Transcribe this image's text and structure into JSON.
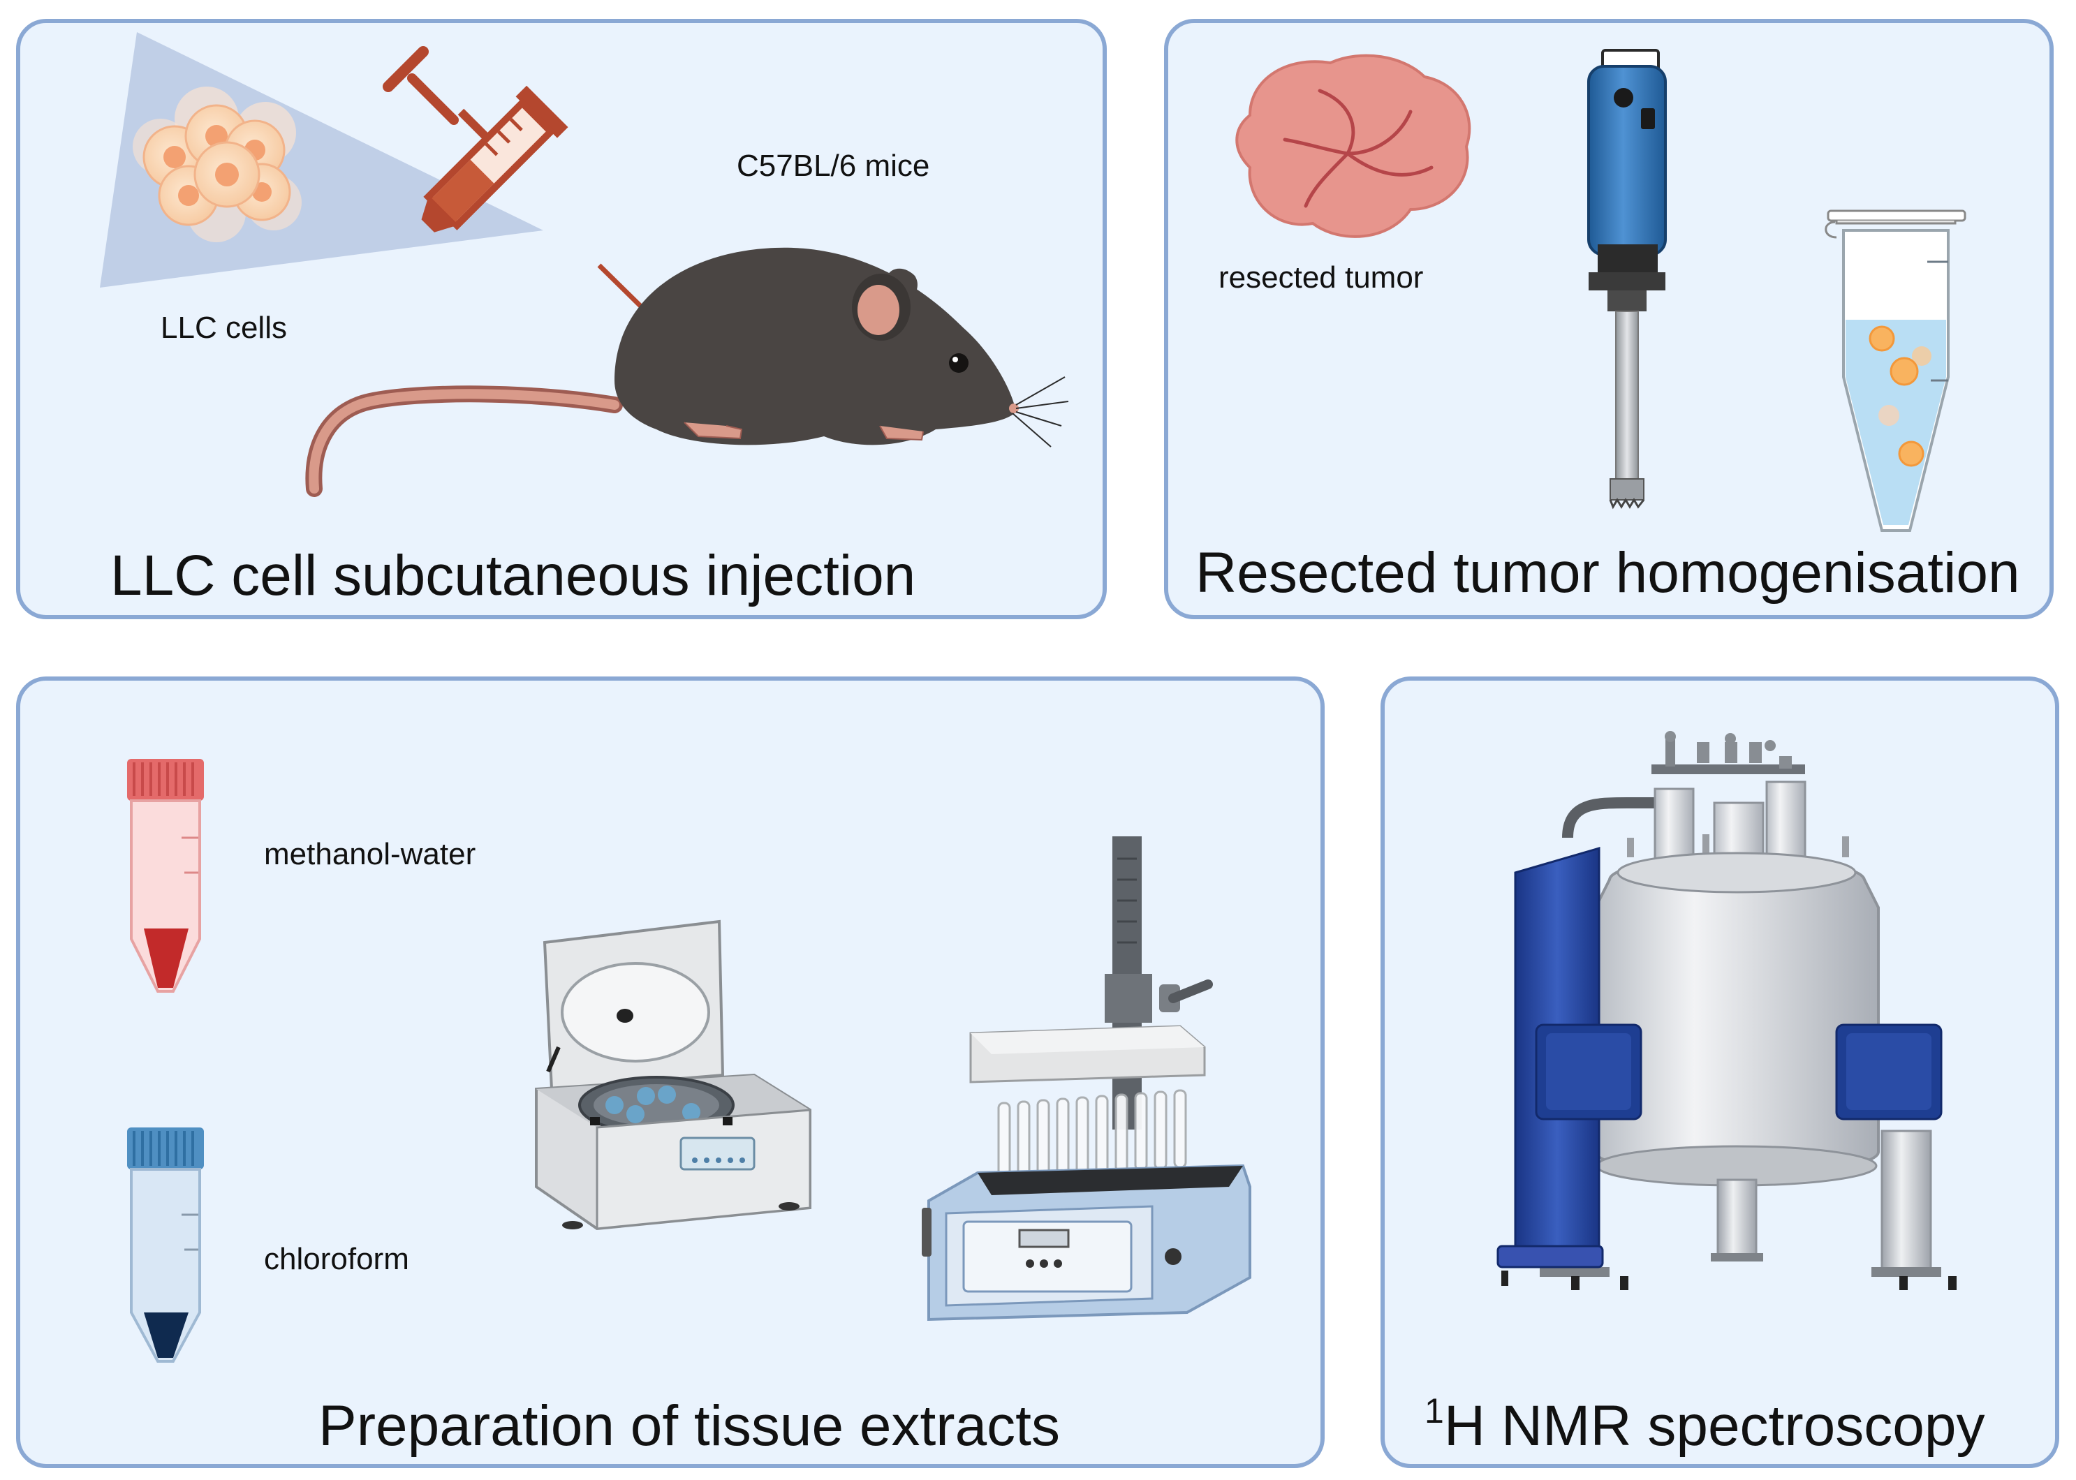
{
  "panels": {
    "injection": {
      "title": "LLC cell subcutaneous injection",
      "cells_label": "LLC cells",
      "mice_label": "C57BL/6 mice"
    },
    "homogenisation": {
      "title": "Resected tumor homogenisation",
      "tumor_label": "resected tumor"
    },
    "extracts": {
      "title": "Preparation of tissue extracts",
      "tube1_label": "methanol-water",
      "tube2_label": "chloroform"
    },
    "nmr": {
      "title_sup": "1",
      "title": "H NMR spectroscopy"
    }
  },
  "colors": {
    "panel_fill": "#eaf3fd",
    "panel_border": "#8aa8d4",
    "syringe": "#b4472e",
    "mouse": "#4a4543",
    "mouse_skin": "#d99a8a",
    "tumor": "#e7958d",
    "homogenizer_blue": "#2f6fb0",
    "tube_red": "#e46a6a",
    "tube_blue": "#4f8fc2",
    "magnet_blue": "#1f3f93",
    "cryostat_grey": "#d9dce0"
  },
  "icons": [
    "syringe-icon",
    "cell-cluster-icon",
    "mouse-icon",
    "tumor-icon",
    "homogenizer-icon",
    "tube-icon",
    "centrifuge-icon",
    "evaporator-icon",
    "nmr-magnet-icon"
  ]
}
